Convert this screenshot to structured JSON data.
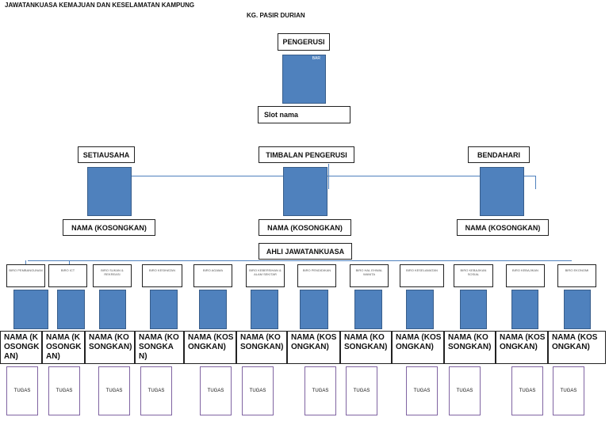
{
  "title": "JAWATANKUASA KEMAJUAN DAN KESELAMATAN KAMPUNG",
  "subtitle": "KG. PASIR DURIAN",
  "chair": {
    "role": "PENGERUSI",
    "photo_tag": "BAR",
    "name": "Slot nama"
  },
  "officers": [
    {
      "role": "SETIAUSAHA",
      "name": "NAMA (KOSONGKAN)"
    },
    {
      "role": "TIMBALAN PENGERUSI",
      "name": "NAMA (KOSONGKAN)"
    },
    {
      "role": "BENDAHARI",
      "name": "NAMA (KOSONGKAN)"
    }
  ],
  "committee_label": "AHLI JAWATANKUASA",
  "bureaus": [
    {
      "label": "BIRO PEMBANGUNAN",
      "name": "NAMA (KOSONGKAN)",
      "task": "TUGAS"
    },
    {
      "label": "BIRO ICT",
      "name": "NAMA (KOSONGKAN)",
      "task": "TUGAS"
    },
    {
      "label": "BIRO SUKAN & REKREASI",
      "name": "NAMA (KOSONGKAN)",
      "task": "TUGAS"
    },
    {
      "label": "BIRO KESIHATAN",
      "name": "NAMA (KOSONGKAN)",
      "task": "TUGAS"
    },
    {
      "label": "BIRO AGAMA",
      "name": "NAMA (KOSONGKAN)",
      "task": "TUGAS"
    },
    {
      "label": "BIRO KEBERSIHAN & ALAM SEKITAR",
      "name": "NAMA (KOSONGKAN)",
      "task": "TUGAS"
    },
    {
      "label": "BIRO PENDIDIKAN",
      "name": "NAMA (KOSONGKAN)",
      "task": "TUGAS"
    },
    {
      "label": "BIRO HAL EHWAL WANITA",
      "name": "NAMA (KOSONGKAN)",
      "task": "TUGAS"
    },
    {
      "label": "BIRO KESELAMATAN",
      "name": "NAMA (KOSONGKAN)",
      "task": "TUGAS"
    },
    {
      "label": "BIRO KEBAJIKAN SOSIAL",
      "name": "NAMA (KOSONGKAN)",
      "task": "TUGAS"
    },
    {
      "label": "BIRO KEBAJIKAN",
      "name": "NAMA (KOSONGKAN)",
      "task": "TUGAS"
    },
    {
      "label": "BIRO EKONOMI",
      "name": "NAMA (KOSONGKAN)",
      "task": "TUGAS"
    }
  ],
  "colors": {
    "photo": "#4f81bd",
    "task_border": "#8064a2"
  }
}
